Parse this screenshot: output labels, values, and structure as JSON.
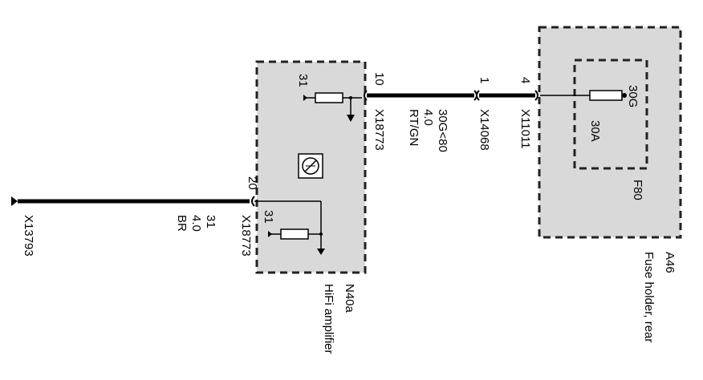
{
  "colors": {
    "box_fill": "#d9d9d9",
    "box_stroke": "#222222",
    "wire": "#000000"
  },
  "left_connector": {
    "ref": "X13793"
  },
  "wire_left": {
    "pin": "20",
    "circuit": "31",
    "size": "4.0",
    "color": "BR"
  },
  "wire_right": {
    "pin_left": "10",
    "pin_right": "1",
    "circuit": "30G<80",
    "size": "4.0",
    "color": "RT/GN"
  },
  "amplifier": {
    "ref": "N40a",
    "name": "HiFi amplifier",
    "connector_top": "X18773",
    "connector_bottom": "X18773",
    "ground_top": "31",
    "ground_bottom": "31",
    "icon": "speaker-symbol-icon"
  },
  "inline_connector": {
    "ref": "X14068"
  },
  "fuse_holder": {
    "ref": "A46",
    "name": "Fuse holder, rear",
    "pin": "4",
    "connector": "X11011",
    "fuse_ref": "F80",
    "fuse_terminal": "30G",
    "fuse_rating": "30A"
  }
}
